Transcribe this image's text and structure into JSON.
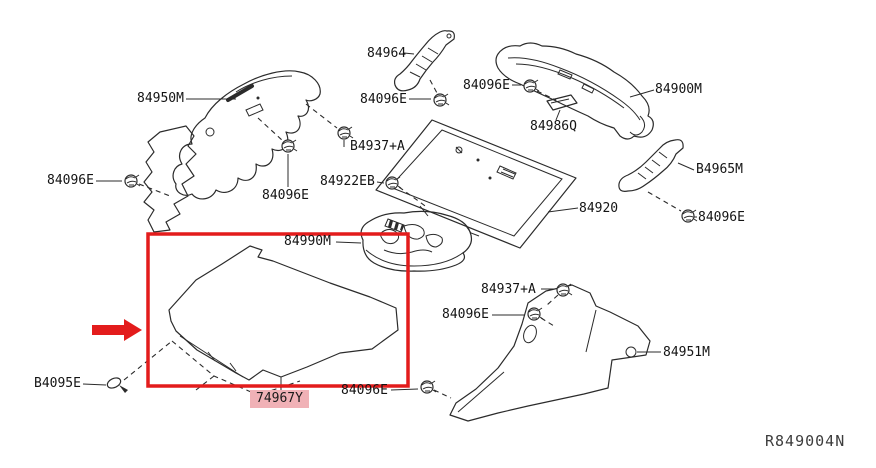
{
  "diagram": {
    "ref_code": "R849004N",
    "selected_part": "74967Y",
    "colors": {
      "line": "#2b2b2b",
      "highlight_red": "#e31c1c",
      "selected_label_bg": "#f0b1b6",
      "label_text": "#141414",
      "ref_text": "#3d3d3d",
      "background": "#ffffff"
    },
    "labels": [
      {
        "text": "84950M"
      },
      {
        "text": "84964"
      },
      {
        "text": "84096E"
      },
      {
        "text": "84096E"
      },
      {
        "text": "84900M"
      },
      {
        "text": "84986Q"
      },
      {
        "text": "B4937+A"
      },
      {
        "text": "84922EB"
      },
      {
        "text": "84096E"
      },
      {
        "text": "84096E"
      },
      {
        "text": "84920"
      },
      {
        "text": "B4965M"
      },
      {
        "text": "84096E"
      },
      {
        "text": "84990M"
      },
      {
        "text": "84937+A"
      },
      {
        "text": "84096E"
      },
      {
        "text": "84951M"
      },
      {
        "text": "B4095E"
      },
      {
        "text": "74967Y"
      },
      {
        "text": "84096E"
      },
      {
        "text": "R849004N"
      }
    ]
  }
}
